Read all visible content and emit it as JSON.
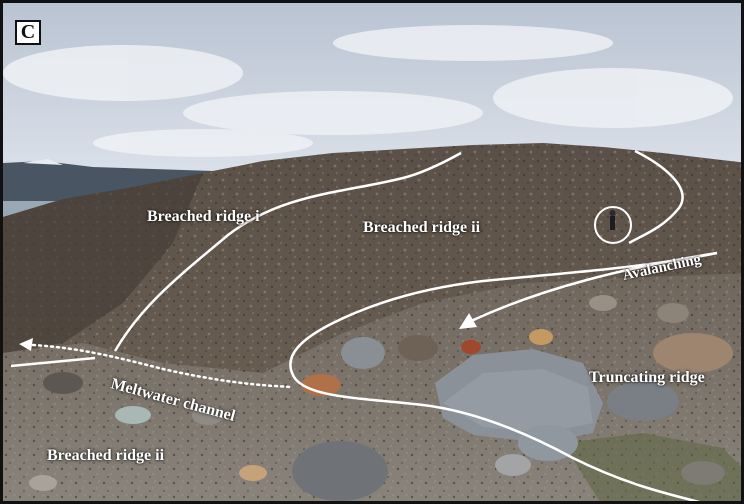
{
  "panel": {
    "letter": "C"
  },
  "labels": {
    "breached_ridge_i": "Breached ridge i",
    "breached_ridge_ii_top": "Breached ridge ii",
    "avalanching": "Avalanching",
    "meltwater_channel": "Meltwater channel",
    "truncating_ridge": "Truncating ridge",
    "breached_ridge_ii_bottom": "Breached ridge ii"
  },
  "colors": {
    "sky": "#c9d2e0",
    "cloud": "#eef1f5",
    "distant_hills": "#4a5564",
    "moraine_dark": "#4b443c",
    "moraine_mid": "#6a5f52",
    "foreground": "#77706a",
    "boulder": "#8b9198",
    "annotation_line": "#ffffff"
  }
}
